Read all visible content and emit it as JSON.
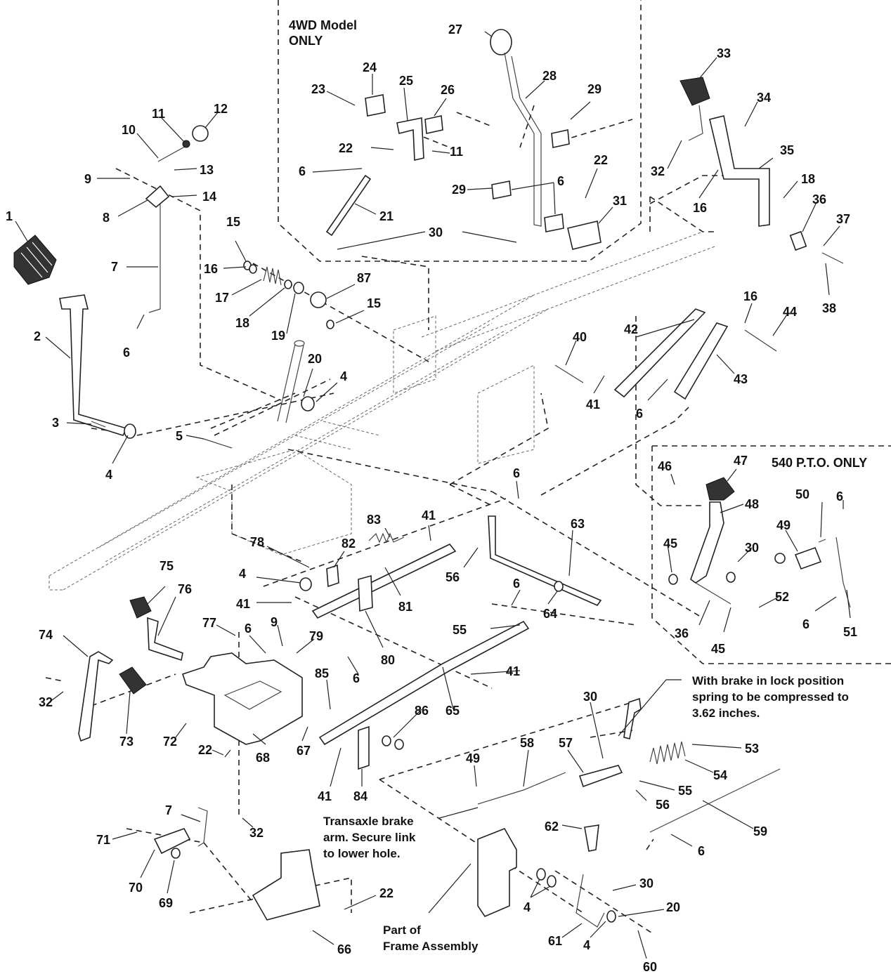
{
  "boxes": {
    "fourwd_title_line1": "4WD Model",
    "fourwd_title_line2": "ONLY",
    "pto_title": "540 P.T.O. ONLY"
  },
  "notes": {
    "spring_line1": "With brake in lock position",
    "spring_line2": "spring to be compressed to",
    "spring_line3": "3.62 inches.",
    "brake_line1": "Transaxle brake",
    "brake_line2": "arm. Secure link",
    "brake_line3": "to lower hole.",
    "frame_line1": "Part of",
    "frame_line2": "Frame Assembly"
  },
  "callouts": [
    "1",
    "2",
    "3",
    "4",
    "4",
    "5",
    "6",
    "7",
    "8",
    "9",
    "10",
    "11",
    "12",
    "13",
    "14",
    "15",
    "16",
    "17",
    "18",
    "19",
    "15",
    "87",
    "20",
    "4",
    "24",
    "25",
    "23",
    "26",
    "27",
    "28",
    "29",
    "22",
    "11",
    "6",
    "21",
    "29",
    "6",
    "22",
    "31",
    "30",
    "30",
    "33",
    "34",
    "32",
    "35",
    "18",
    "16",
    "36",
    "37",
    "38",
    "40",
    "41",
    "42",
    "16",
    "44",
    "6",
    "43",
    "46",
    "47",
    "48",
    "45",
    "30",
    "49",
    "50",
    "6",
    "52",
    "36",
    "45",
    "6",
    "51",
    "6",
    "63",
    "56",
    "83",
    "41",
    "78",
    "82",
    "81",
    "4",
    "41",
    "64",
    "6",
    "55",
    "75",
    "76",
    "77",
    "6",
    "9",
    "79",
    "80",
    "6",
    "74",
    "85",
    "65",
    "41",
    "32",
    "73",
    "72",
    "22",
    "67",
    "68",
    "86",
    "41",
    "84",
    "30",
    "49",
    "58",
    "57",
    "53",
    "54",
    "55",
    "56",
    "59",
    "6",
    "62",
    "30",
    "20",
    "61",
    "4",
    "4",
    "60",
    "7",
    "71",
    "70",
    "69",
    "22",
    "66",
    "32"
  ]
}
